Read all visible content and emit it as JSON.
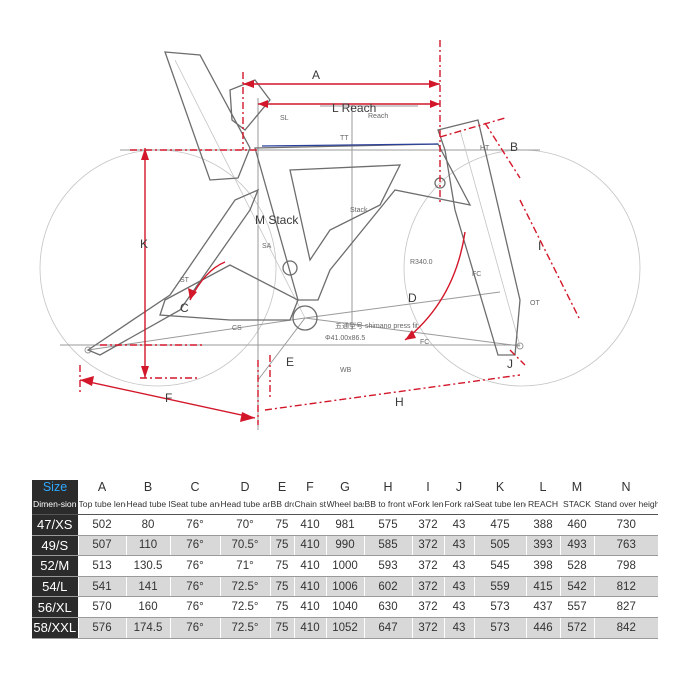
{
  "diagram": {
    "labels": {
      "A": "A",
      "B": "B",
      "C": "C",
      "D": "D",
      "E": "E",
      "F": "F",
      "H": "H",
      "I": "I",
      "K": "K",
      "J": "J",
      "l_reach": "L Reach",
      "m_stack": "M Stack",
      "sl": "SL",
      "reach": "Reach",
      "stack": "Stack",
      "ht": "HT",
      "sa": "SA",
      "st": "ST",
      "cs": "CS",
      "fc": "FC",
      "wb": "WB",
      "ot": "OT",
      "tt": "TT",
      "r340": "R340.0",
      "bb_note": "五通型号 shimano press fit",
      "bb_size": "Φ41.00x86.5"
    },
    "colors": {
      "dimension": "#d3172a",
      "frame": "#6d6d6d",
      "blue_line": "#2a3f9a"
    }
  },
  "table": {
    "size_header": "Size",
    "dimension_header": "Dimen-sion",
    "letters": [
      "A",
      "B",
      "C",
      "D",
      "E",
      "F",
      "G",
      "H",
      "I",
      "J",
      "K",
      "L",
      "M",
      "N"
    ],
    "names": [
      "Top tube length",
      "Head tube length",
      "Seat tube angle",
      "Head tube angle",
      "BB drop",
      "Chain stay",
      "Wheel base",
      "BB to front wheel",
      "Fork length",
      "Fork rake",
      "Seat tube length",
      "REACH",
      "STACK",
      "Stand over height"
    ],
    "rows": [
      {
        "size": "47/XS",
        "values": [
          "502",
          "80",
          "76°",
          "70°",
          "75",
          "410",
          "981",
          "575",
          "372",
          "43",
          "475",
          "388",
          "460",
          "730"
        ]
      },
      {
        "size": "49/S",
        "values": [
          "507",
          "110",
          "76°",
          "70.5°",
          "75",
          "410",
          "990",
          "585",
          "372",
          "43",
          "505",
          "393",
          "493",
          "763"
        ]
      },
      {
        "size": "52/M",
        "values": [
          "513",
          "130.5",
          "76°",
          "71°",
          "75",
          "410",
          "1000",
          "593",
          "372",
          "43",
          "545",
          "398",
          "528",
          "798"
        ]
      },
      {
        "size": "54/L",
        "values": [
          "541",
          "141",
          "76°",
          "72.5°",
          "75",
          "410",
          "1006",
          "602",
          "372",
          "43",
          "559",
          "415",
          "542",
          "812"
        ]
      },
      {
        "size": "56/XL",
        "values": [
          "570",
          "160",
          "76°",
          "72.5°",
          "75",
          "410",
          "1040",
          "630",
          "372",
          "43",
          "573",
          "437",
          "557",
          "827"
        ]
      },
      {
        "size": "58/XXL",
        "values": [
          "576",
          "174.5",
          "76°",
          "72.5°",
          "75",
          "410",
          "1052",
          "647",
          "372",
          "43",
          "573",
          "446",
          "572",
          "842"
        ]
      }
    ],
    "colors": {
      "header_bg": "#2b2b2b",
      "size_label": "#2fa8ff",
      "stripe": "#d8d8d8"
    }
  }
}
